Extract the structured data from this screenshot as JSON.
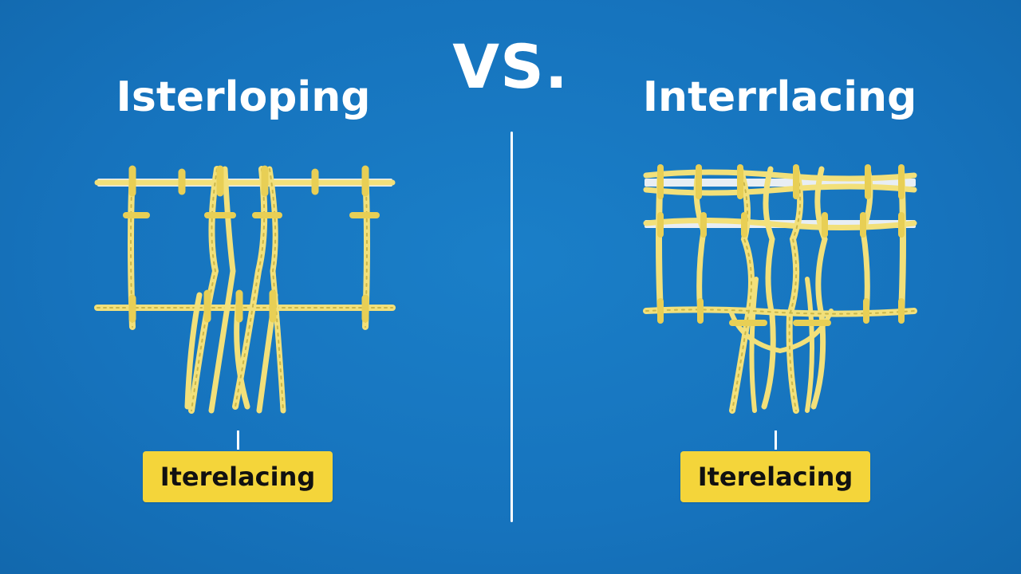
{
  "heading": {
    "vs": "VS."
  },
  "left": {
    "title": "Isterloping",
    "label": "Iterelacing"
  },
  "right": {
    "title": "Interrlacing",
    "label": "Iterelacing"
  },
  "colors": {
    "background": "#1673bd",
    "yarn": "#f2e07a",
    "yarn_shadow": "#c9b64a",
    "rail": "#e8eef4",
    "label_fill": "#f4d53a",
    "text": "#ffffff"
  }
}
